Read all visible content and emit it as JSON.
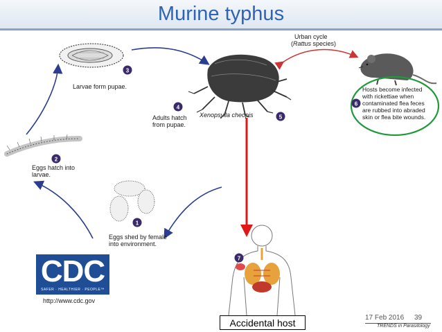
{
  "title": "Murine typhus",
  "cycle": {
    "urban_cycle_line1": "Urban cycle",
    "urban_cycle_line2_prefix": "(",
    "urban_cycle_line2_italic": "Rattus",
    "urban_cycle_line2_suffix": " species)",
    "vector_name": "Xenopsylla cheopis",
    "steps": [
      {
        "num": "1",
        "lines": [
          "Eggs shed by female",
          "into environment."
        ]
      },
      {
        "num": "2",
        "lines": [
          "Eggs hatch into",
          "larvae."
        ]
      },
      {
        "num": "3",
        "lines": [
          "Larvae form pupae."
        ]
      },
      {
        "num": "4",
        "lines": [
          "Adults hatch",
          "from pupae."
        ]
      },
      {
        "num": "5",
        "lines": []
      },
      {
        "num": "6",
        "lines": [
          "Hosts become infected",
          "with rickettiae when",
          "contaminated flea feces",
          "are rubbed into abraded",
          "skin or flea bite wounds."
        ]
      },
      {
        "num": "7",
        "lines": []
      }
    ]
  },
  "colors": {
    "title": "#2f64b4",
    "cycle_arrow": "#2b3d8f",
    "urban_arrow": "#cc3333",
    "host_arrow": "#e01818",
    "highlight_ring": "#1f9a3a",
    "step_badge": "#3a2a6a"
  },
  "logo": {
    "text": "CDC",
    "tagline": "SAFER · HEALTHIER · PEOPLE™"
  },
  "url": "http://www.cdc.gov",
  "accidental_host": "Accidental host",
  "footer": {
    "date": "17 Feb 2016",
    "slide_number": "39",
    "source": "TRENDS in Parasitology"
  }
}
